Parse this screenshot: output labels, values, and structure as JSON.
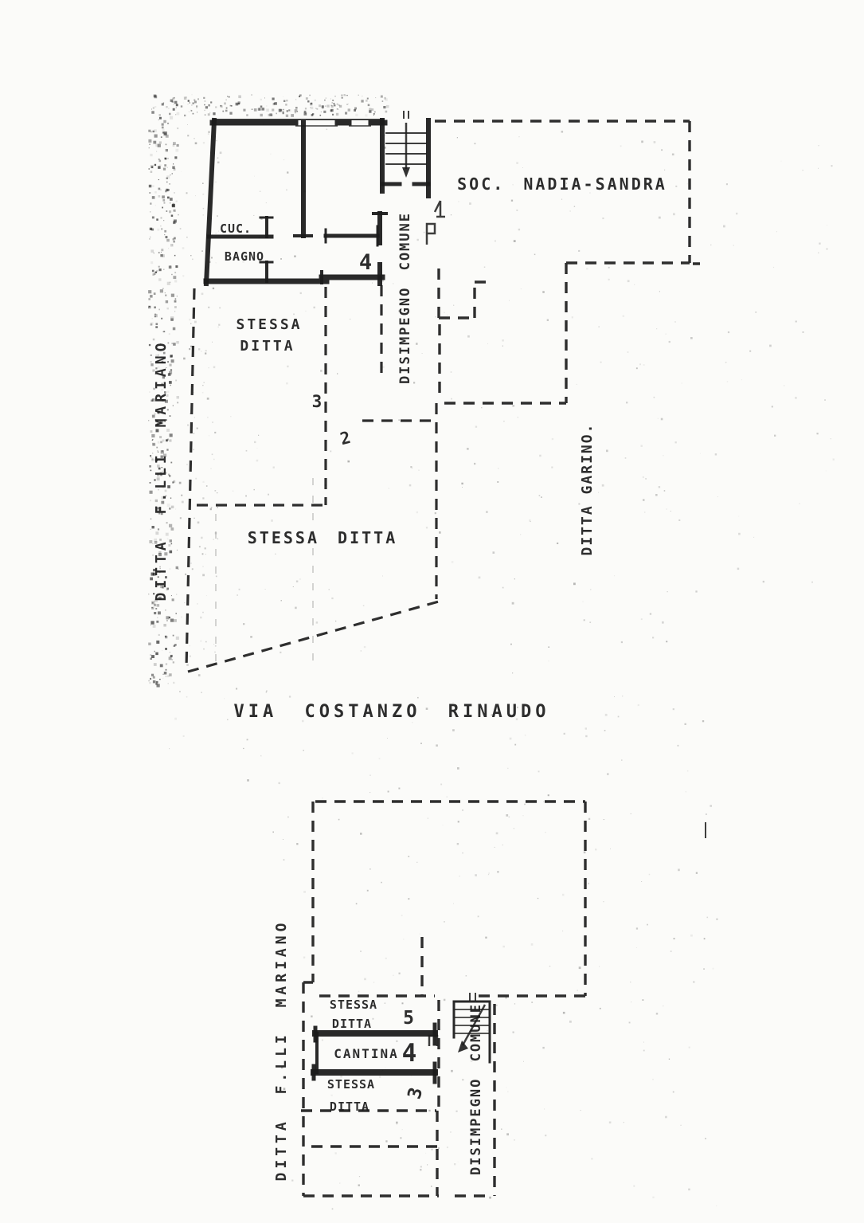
{
  "colors": {
    "ink": "#1c1c1c",
    "paper": "#fbfbf9"
  },
  "upper_plan": {
    "neighbor_label": "SOC. NADIA-SANDRA",
    "corridor_label": "DISIMPEGNO COMUNE",
    "kitchen_label": "CUC.",
    "bath_label": "BAGNO",
    "apartment_number": "4",
    "same_firm_room": {
      "line1": "STESSA",
      "line2": "DITTA"
    },
    "parcel_number_3": "3",
    "parcel_number_2": "2",
    "same_firm_area": "STESSA DITTA",
    "owner_left": "DITTA F.LLI MARIANO",
    "owner_right": "DITTA GARINO."
  },
  "street_label": "VIA COSTANZO RINAUDO",
  "lower_plan": {
    "owner_left": "DITTA F.LLI MARIANO",
    "corridor_label": "DISIMPEGNO COMUNE",
    "room5": {
      "line1": "STESSA",
      "line2": "DITTA",
      "number": "5"
    },
    "cantina": {
      "label": "CANTINA",
      "number": "4"
    },
    "room3": {
      "line1": "STESSA",
      "line2": "DITTA",
      "number": "3"
    }
  }
}
